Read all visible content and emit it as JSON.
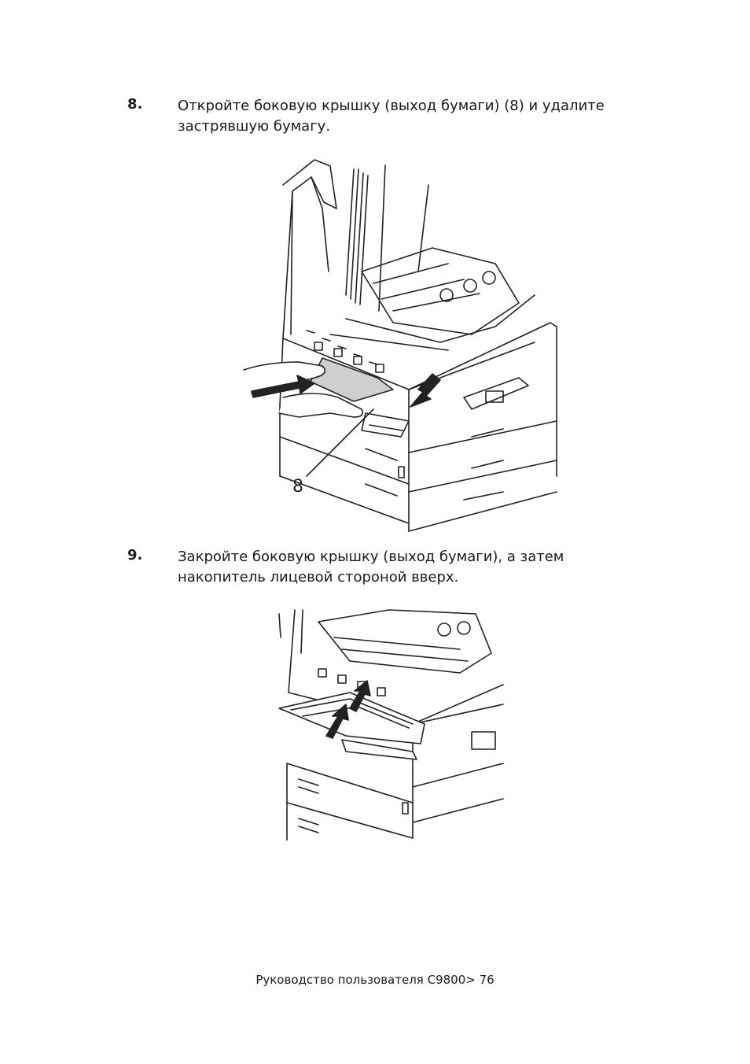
{
  "steps": [
    {
      "number": "8.",
      "line1": "Откройте боковую крышку (выход бумаги) (8) и удалите",
      "line2": "застрявшую бумагу."
    },
    {
      "number": "9.",
      "line1": "Закройте боковую крышку (выход бумаги), а затем",
      "line2": "накопитель лицевой стороной вверх."
    }
  ],
  "figure1": {
    "callout": "8"
  },
  "footer": "Руководство пользователя C9800> 76"
}
